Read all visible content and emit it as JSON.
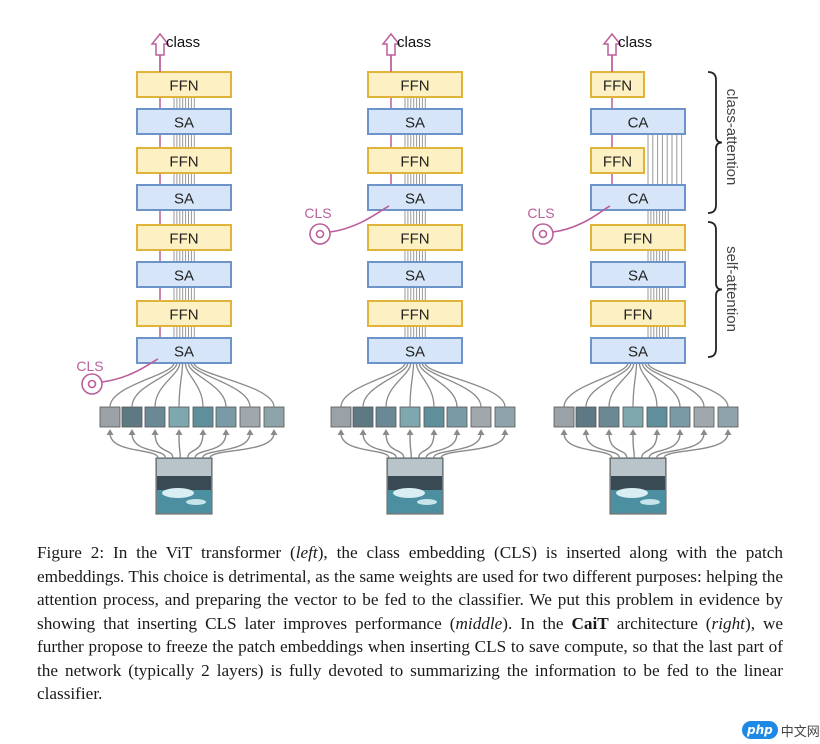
{
  "figure": {
    "columns": [
      {
        "id": "left",
        "output_label": "class",
        "blocks": [
          "FFN",
          "SA",
          "FFN",
          "SA",
          "FFN",
          "SA",
          "FFN",
          "SA"
        ],
        "cls_label": "CLS"
      },
      {
        "id": "middle",
        "output_label": "class",
        "blocks": [
          "FFN",
          "SA",
          "FFN",
          "SA",
          "FFN",
          "SA",
          "FFN",
          "SA"
        ],
        "cls_label": "CLS"
      },
      {
        "id": "right",
        "output_label": "class",
        "blocks": [
          "FFN",
          "CA",
          "FFN",
          "CA",
          "FFN",
          "SA",
          "FFN",
          "SA"
        ],
        "cls_label": "CLS"
      }
    ],
    "brace_labels": {
      "top": "class-attention",
      "bottom": "self-attention"
    },
    "colors": {
      "ffn_fill": "#fdf0c2",
      "ffn_stroke": "#e0b33a",
      "sa_fill": "#d6e6f8",
      "sa_stroke": "#6d94c8",
      "cls": "#bb5f9c",
      "connector": "#8a8a8a"
    }
  },
  "caption": {
    "p1": "Figure 2: In the ViT transformer (",
    "e1": "left",
    "p2": "), the class embedding (CLS) is inserted along with the patch embeddings. This choice is detrimental, as the same weights are used for two different purposes: helping the attention process, and preparing the vector to be fed to the classifier. We put this problem in evidence by showing that inserting CLS later improves performance (",
    "e2": "middle",
    "p3": "). In the ",
    "b1": "CaiT",
    "p4": " architecture (",
    "e3": "right",
    "p5": "), we further propose to freeze the patch embeddings when inserting CLS to save compute, so that the last part of the network (typically 2 layers) is fully devoted to summarizing the information to be fed to the linear classifier."
  },
  "watermark": {
    "logo": "php",
    "text": "中文网"
  }
}
